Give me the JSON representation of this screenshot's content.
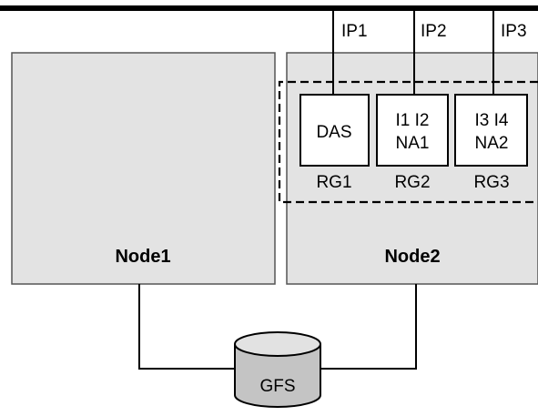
{
  "network": {
    "ports": [
      {
        "label": "IP1"
      },
      {
        "label": "IP2"
      },
      {
        "label": "IP3"
      }
    ]
  },
  "nodes": [
    {
      "label": "Node1"
    },
    {
      "label": "Node2"
    }
  ],
  "resource_groups": [
    {
      "label": "RG1",
      "lines": [
        "DAS"
      ]
    },
    {
      "label": "RG2",
      "lines": [
        "I1 I2",
        "NA1"
      ]
    },
    {
      "label": "RG3",
      "lines": [
        "I3 I4",
        "NA2"
      ]
    }
  ],
  "storage": {
    "label": "GFS"
  },
  "colors": {
    "node_fill": "#e3e3e3",
    "node_stroke": "#555555",
    "line": "#000000",
    "box_fill": "#ffffff",
    "disk_body": "#c4c4c4",
    "disk_top": "#e2e2e2"
  }
}
